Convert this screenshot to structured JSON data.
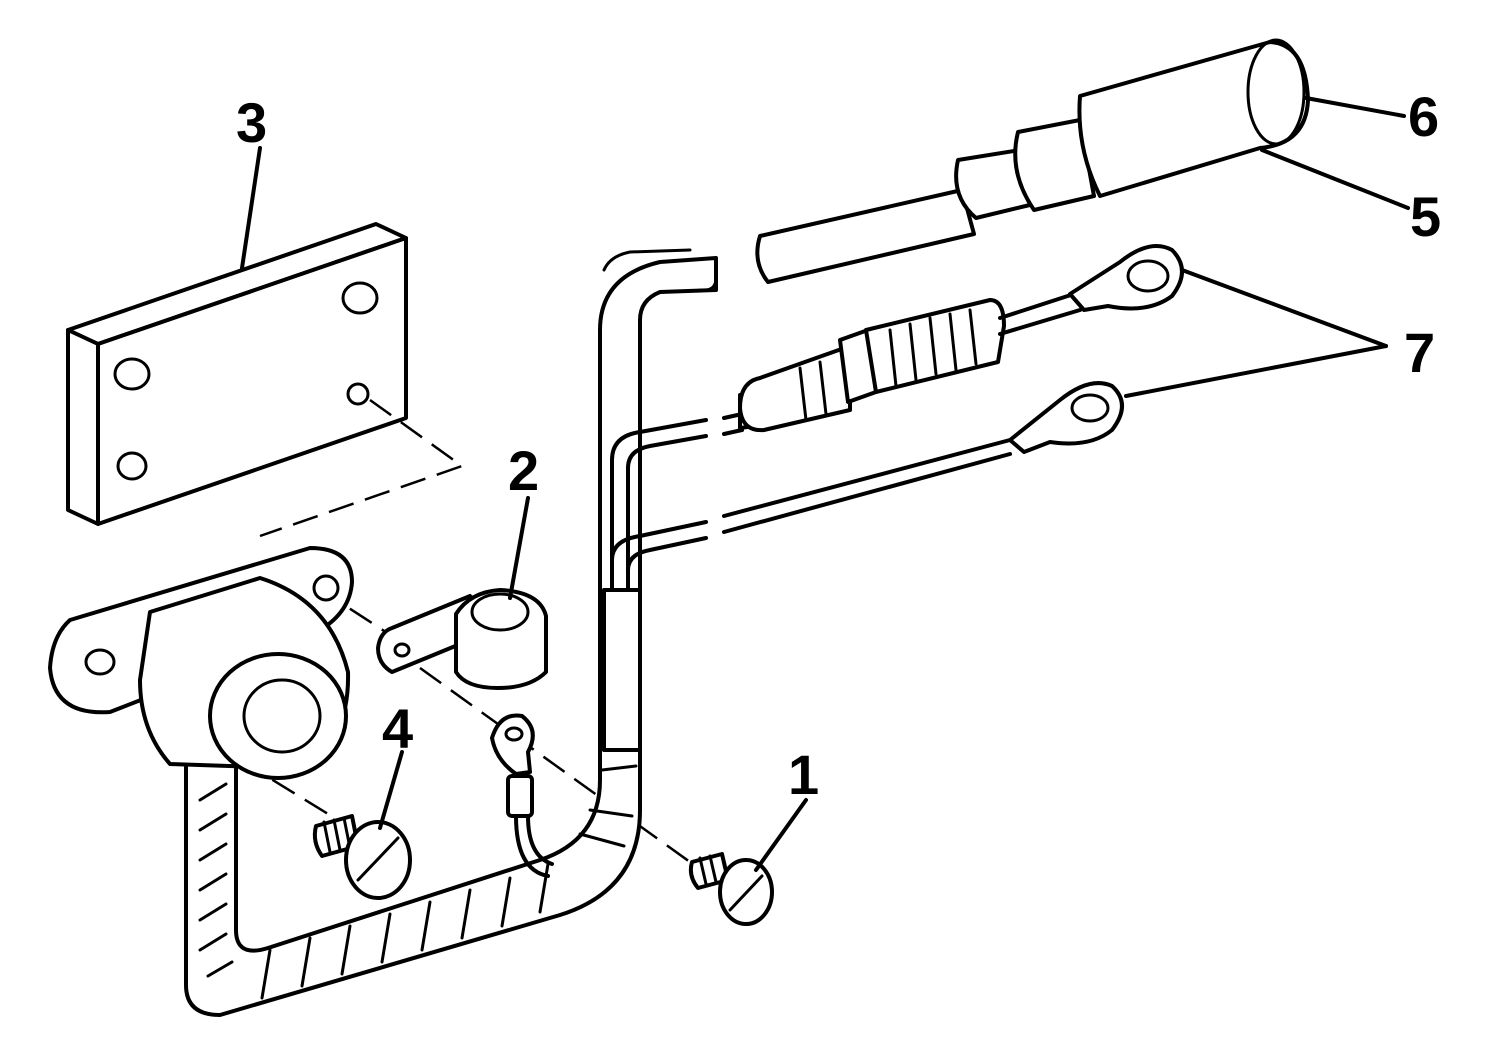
{
  "diagram": {
    "callouts": [
      {
        "id": "1",
        "label": "1"
      },
      {
        "id": "2",
        "label": "2"
      },
      {
        "id": "3",
        "label": "3"
      },
      {
        "id": "4",
        "label": "4"
      },
      {
        "id": "5",
        "label": "5"
      },
      {
        "id": "6",
        "label": "6"
      },
      {
        "id": "7",
        "label": "7"
      }
    ]
  }
}
